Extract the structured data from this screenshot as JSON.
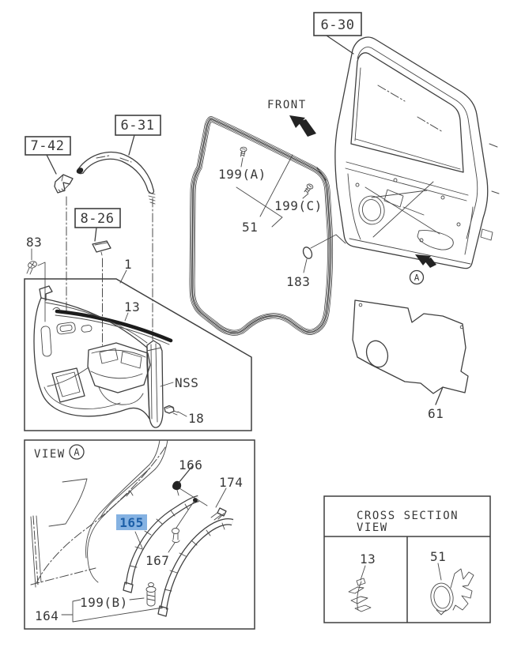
{
  "colors": {
    "line": "#3f3f3f",
    "strip_dark": "#1c1c1c",
    "highlight_bg": "#85b2e2",
    "highlight_fg": "#1c5fa8"
  },
  "refs": {
    "r630": "6-30",
    "r631": "6-31",
    "r742": "7-42",
    "r826": "8-26"
  },
  "front_label": "FRONT",
  "door_badge": "A",
  "main": {
    "p199a": "199(A)",
    "p199c": "199(C)",
    "p51": "51",
    "p183": "183",
    "p61": "61",
    "p83": "83",
    "p1": "1",
    "p13": "13",
    "nss": "NSS",
    "p18": "18"
  },
  "view_a": {
    "title": "VIEW",
    "badge": "A",
    "p166": "166",
    "p174": "174",
    "p165": "165",
    "p167": "167",
    "p199b": "199(B)",
    "p164": "164"
  },
  "cross_section": {
    "title1": "CROSS SECTION",
    "title2": "VIEW",
    "c13": "13",
    "c51": "51"
  }
}
